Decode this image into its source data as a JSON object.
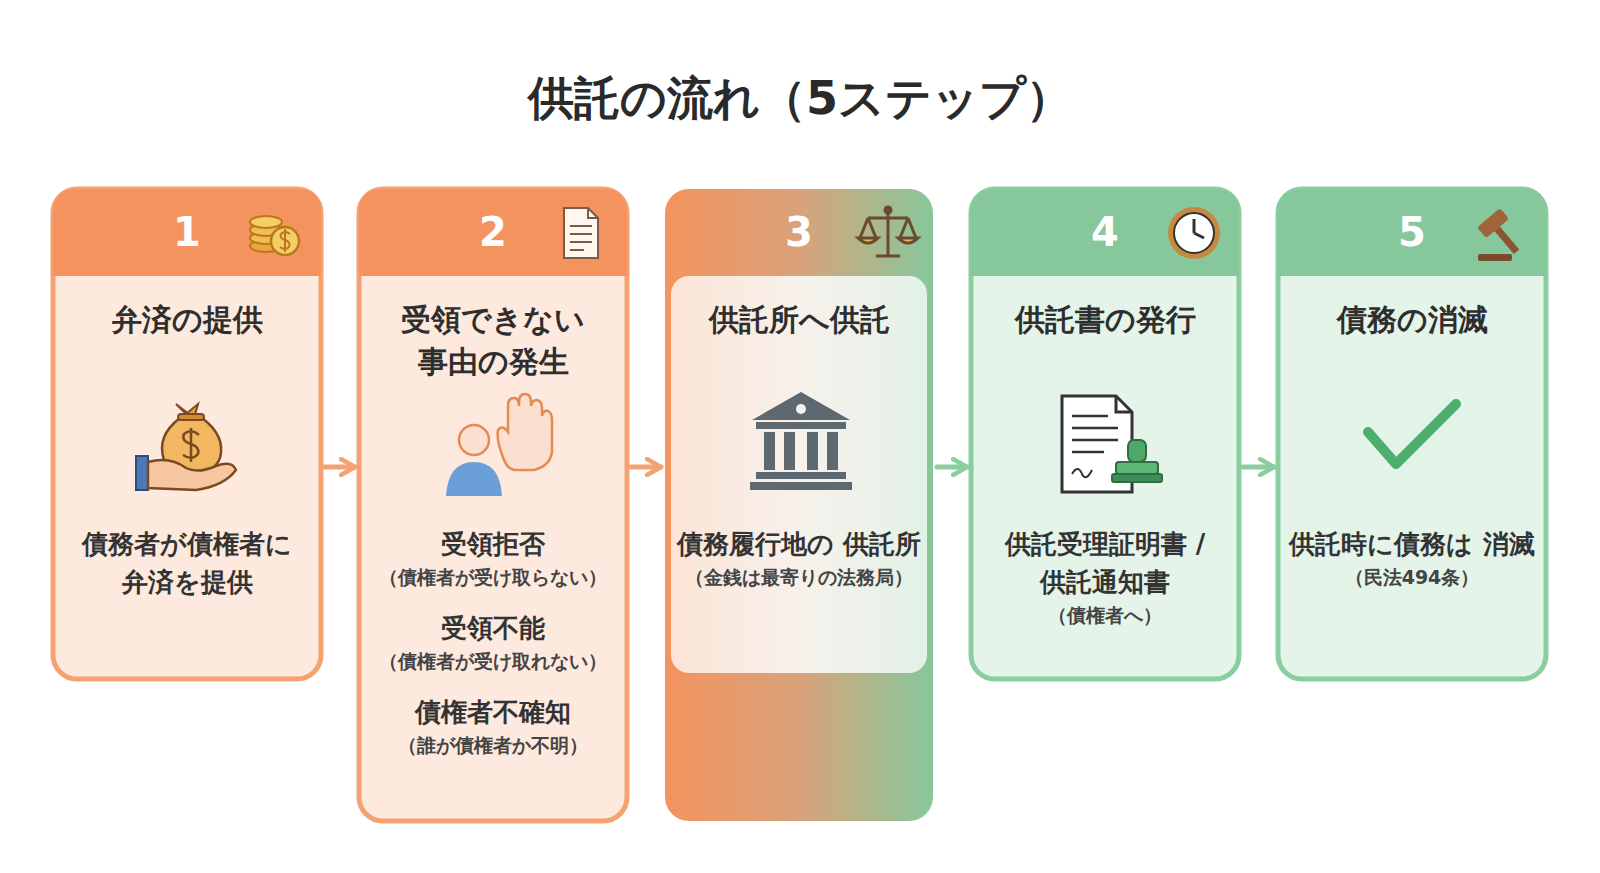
{
  "diagram": {
    "title": "供託の流れ（5ステップ）",
    "nodes": [
      {
        "text": [
          "1",
          "弁済の提供",
          "債務者が債権者に 弁済を提供"
        ]
      },
      {
        "text": [
          "2",
          "受領できない 事由の発生",
          "受領拒否",
          "（債権者が受け取らない）",
          "受領不能",
          "（債権者が受け取れない）",
          "債権者不確知",
          "（誰が債権者か不明）"
        ]
      },
      {
        "text": [
          "3",
          "供託所へ供託",
          "債務履行地の 供託所",
          "（金銭は最寄りの法務局）"
        ]
      },
      {
        "text": [
          "4",
          "供託書の発行",
          "供託受理証明書 / 供託通知書",
          "（債権者へ）"
        ]
      },
      {
        "text": [
          "5",
          "債務の消滅",
          "供託時に債務は 消滅",
          "（民法494条）"
        ]
      }
    ],
    "edges": [
      {
        "from": 0,
        "to": 1,
        "arrow": "to"
      },
      {
        "from": 1,
        "to": 2,
        "arrow": "to"
      },
      {
        "from": 2,
        "to": 3,
        "arrow": "to"
      },
      {
        "from": 3,
        "to": 4,
        "arrow": "to"
      }
    ]
  }
}
